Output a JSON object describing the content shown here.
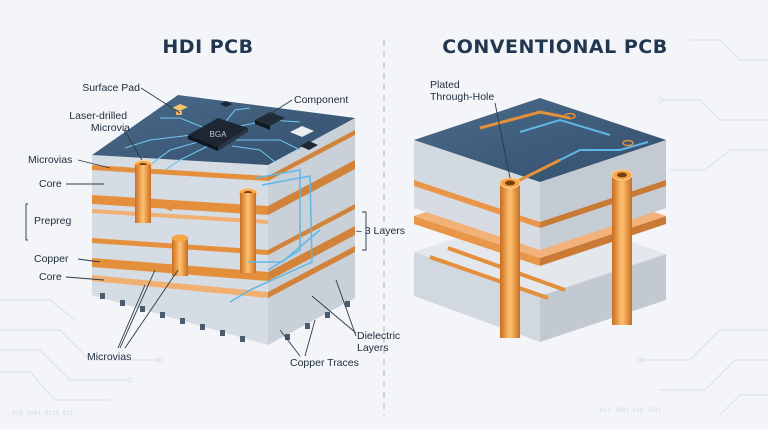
{
  "hdi": {
    "title": "HDI PCB",
    "labels": {
      "surface_pad": "Surface Pad",
      "laser_drilled_microvia": "Laser-drilled\nMicrovia",
      "component": "Component",
      "microvias_top": "Microvias",
      "core_top": "Core",
      "prepreg": "Prepreg",
      "three_layers": "– 3 Layers",
      "copper": "Copper",
      "core_bottom": "Core",
      "microvias_bottom": "Microvias",
      "copper_traces": "Copper Traces",
      "dielectric_layers": "Dielectric\nLayers"
    },
    "chip_text": "BGA"
  },
  "conventional": {
    "title": "CONVENTIONAL PCB",
    "labels": {
      "plated_through_hole": "Plated\nThrough-Hole"
    }
  },
  "colors": {
    "board_top": "#3e5d7c",
    "dielectric": "#d3d9e0",
    "copper": "#e79a4b",
    "via_glow": "#f5a646",
    "trace_blue": "#5fb7e6",
    "title": "#22374f"
  }
}
